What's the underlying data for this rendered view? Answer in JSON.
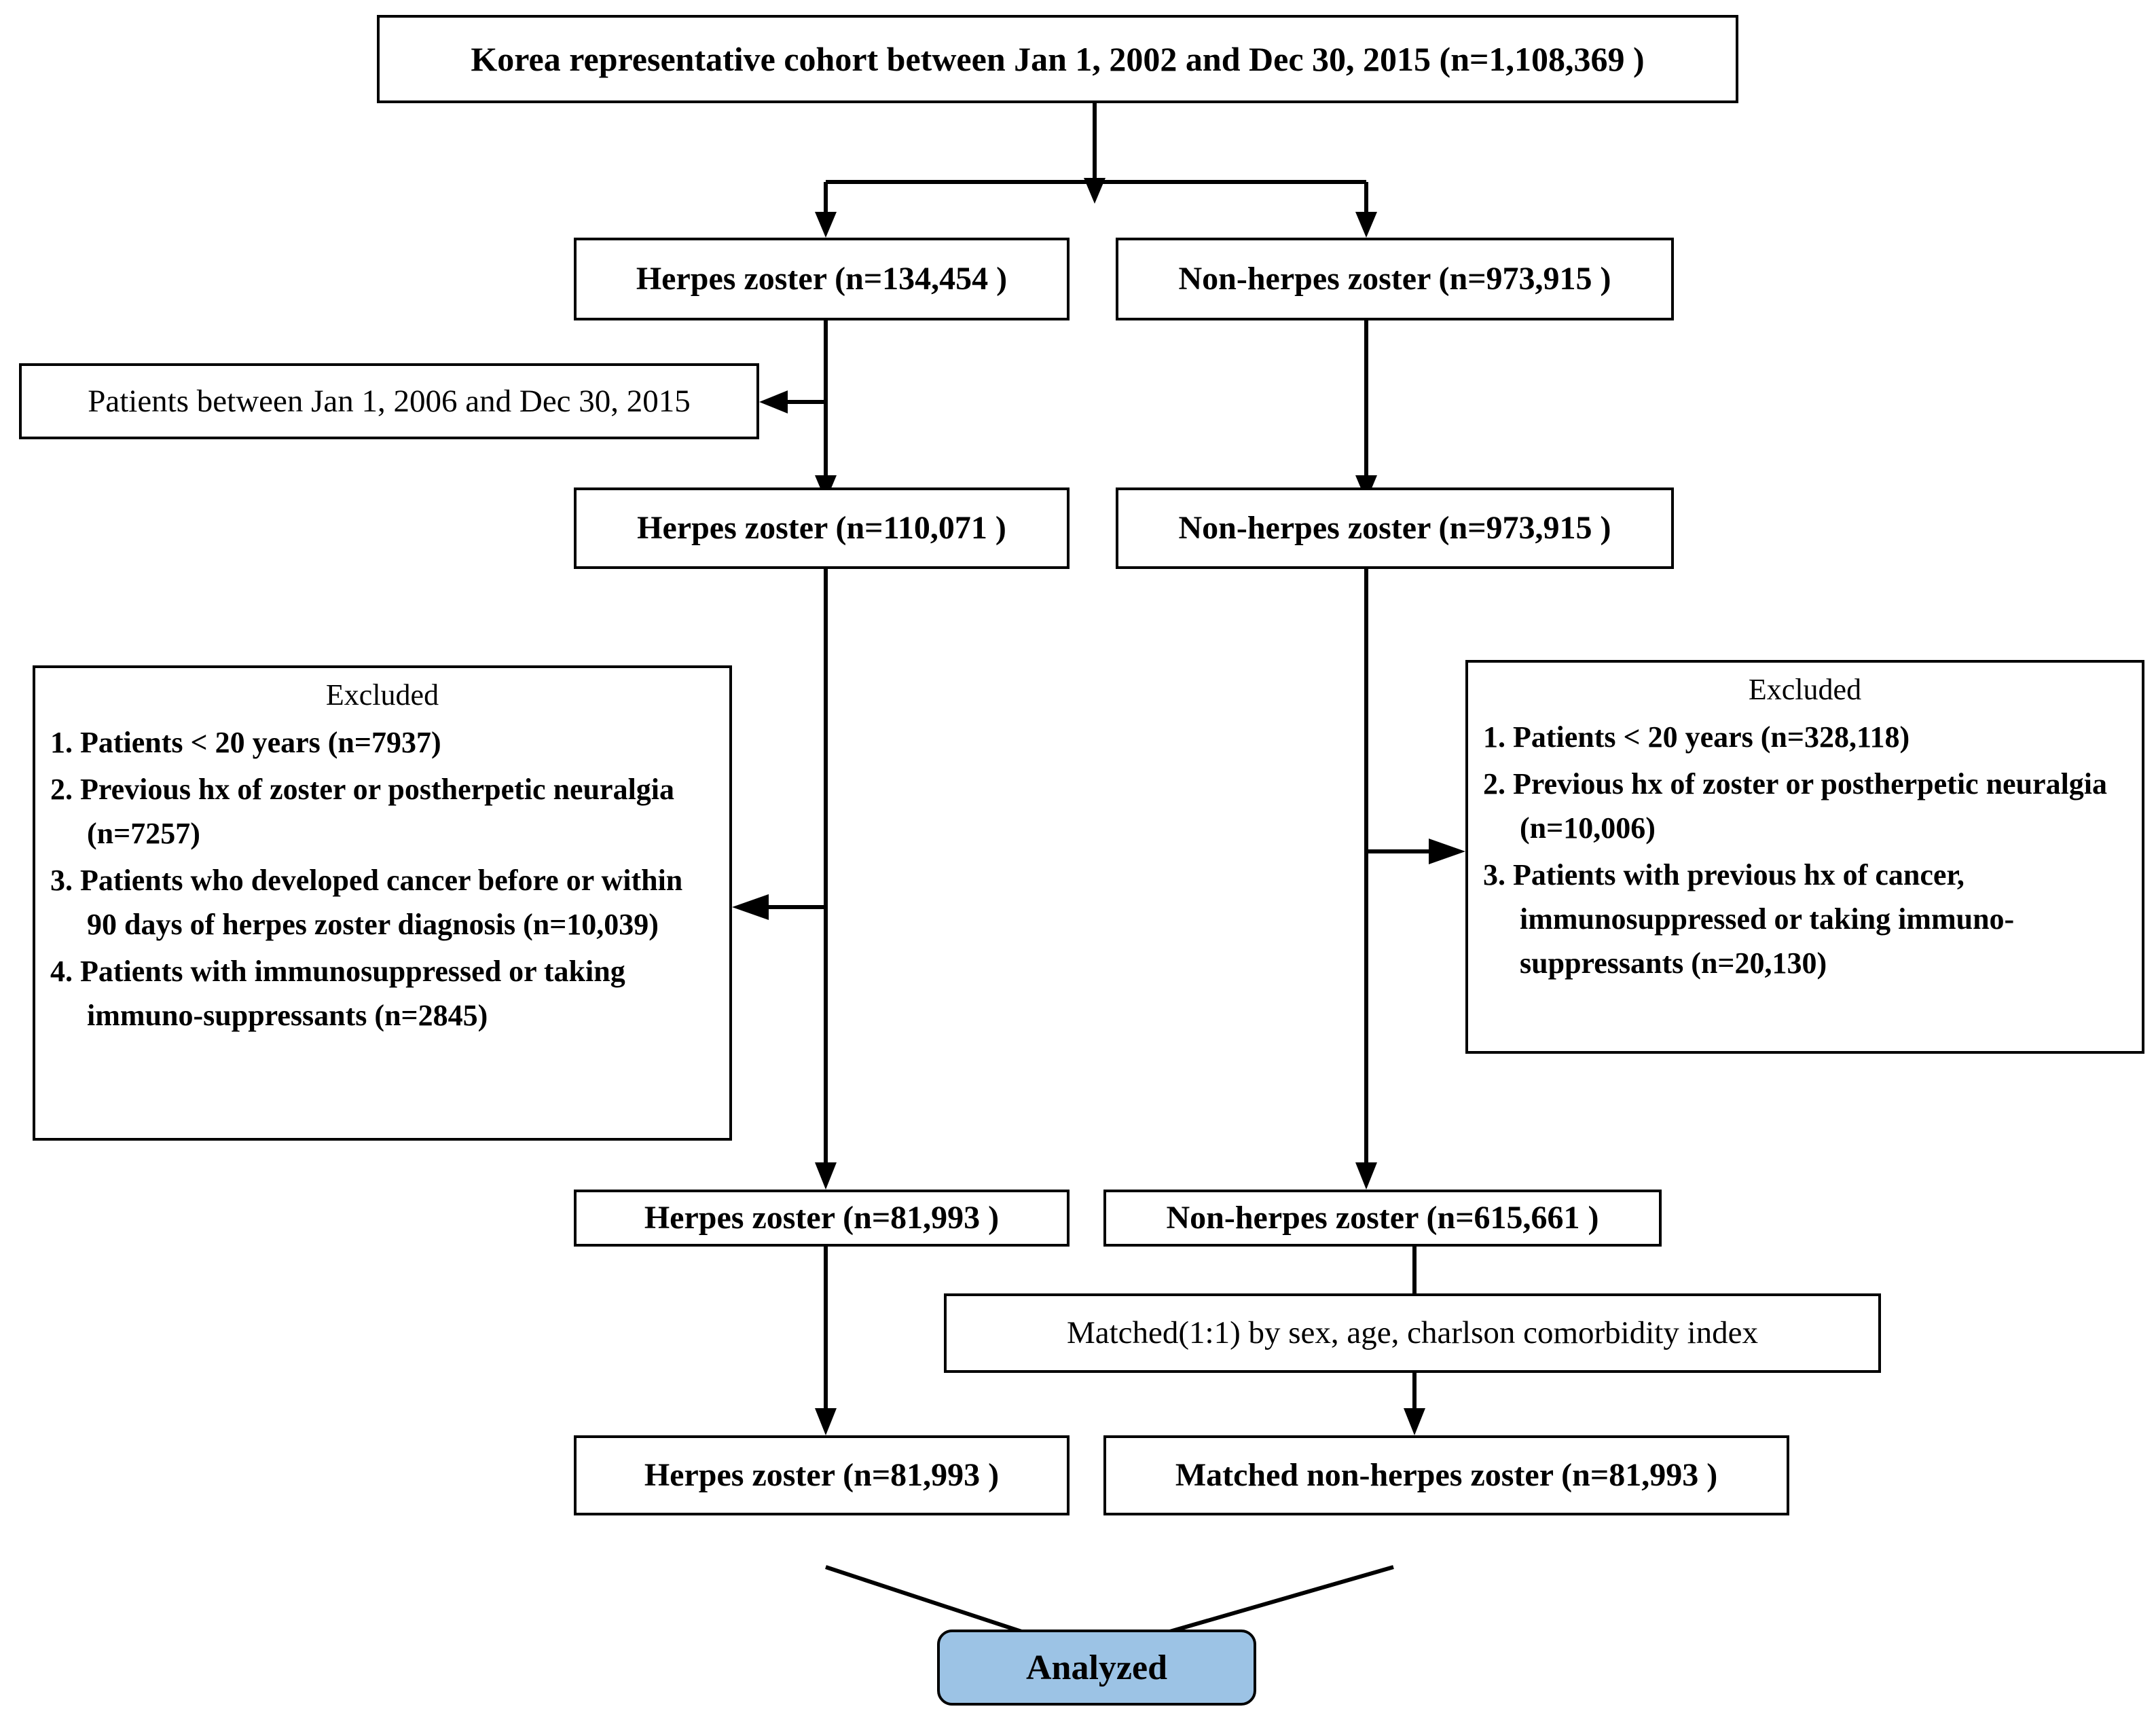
{
  "diagram": {
    "type": "flowchart",
    "title_node": {
      "id": "cohort",
      "label": "Korea representative cohort between Jan 1, 2002 and Dec 30, 2015 (n=1,108,369 )"
    },
    "nodes": {
      "hz1": "Herpes zoster (n=134,454 )",
      "nhz1": "Non-herpes zoster (n=973,915 )",
      "period": "Patients between Jan 1, 2006 and Dec 30, 2015",
      "hz2": "Herpes zoster (n=110,071 )",
      "nhz2": "Non-herpes zoster (n=973,915 )",
      "hz3": "Herpes zoster (n=81,993 )",
      "nhz3": "Non-herpes zoster (n=615,661 )",
      "matched": "Matched(1:1) by sex, age, charlson comorbidity index",
      "hz4": "Herpes zoster (n=81,993 )",
      "nhz4": "Matched non-herpes zoster (n=81,993 )",
      "analyzed": "Analyzed"
    },
    "excluded_left": {
      "title": "Excluded",
      "items": [
        "1. Patients < 20 years (n=7937)",
        "2. Previous hx of zoster or postherpetic neuralgia (n=7257)",
        "3. Patients who developed cancer before or within 90 days of  herpes zoster diagnosis (n=10,039)",
        "4. Patients with immunosuppressed or taking immuno-suppressants (n=2845)"
      ]
    },
    "excluded_right": {
      "title": "Excluded",
      "items": [
        "1. Patients < 20 years (n=328,118)",
        "2. Previous hx of zoster or postherpetic neuralgia (n=10,006)",
        "3. Patients with previous hx of cancer, immunosuppressed or taking immuno- suppressants (n=20,130)"
      ]
    },
    "colors": {
      "line": "#000000",
      "box_border": "#000000",
      "box_fill": "#ffffff",
      "analyzed_fill": "#9CC3E5",
      "text": "#000000"
    }
  }
}
